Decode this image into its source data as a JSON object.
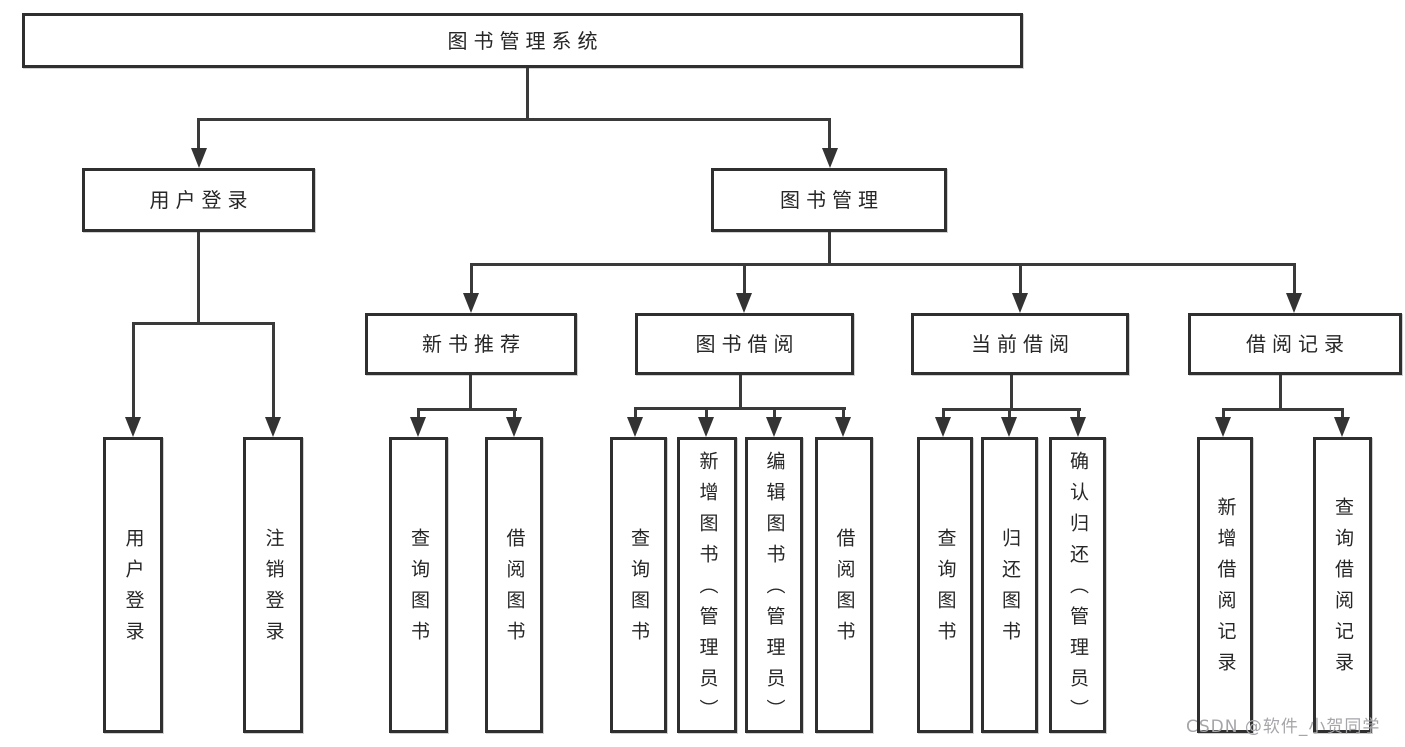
{
  "nodes": {
    "root": {
      "label": "图书管理系统"
    },
    "level2": [
      {
        "label": "用户登录"
      },
      {
        "label": "图书管理"
      }
    ],
    "level3": [
      {
        "label": "新书推荐"
      },
      {
        "label": "图书借阅"
      },
      {
        "label": "当前借阅"
      },
      {
        "label": "借阅记录"
      }
    ],
    "leaves": {
      "user_login": [
        "用户登录",
        "注销登录"
      ],
      "new_book": [
        "查询图书",
        "借阅图书"
      ],
      "book_borrow": [
        "查询图书",
        "新增图书（管理员）",
        "编辑图书（管理员）",
        "借阅图书"
      ],
      "current_borrow": [
        "查询图书",
        "归还图书",
        "确认归还（管理员）"
      ],
      "borrow_record": [
        "新增借阅记录",
        "查询借阅记录"
      ]
    }
  },
  "watermark": "CSDN @软件_小贺同学",
  "colors": {
    "line": "#3a3a3a",
    "border": "#2f2f2f",
    "text": "#262626",
    "background": "#ffffff",
    "watermark": "#a6a6aa"
  }
}
